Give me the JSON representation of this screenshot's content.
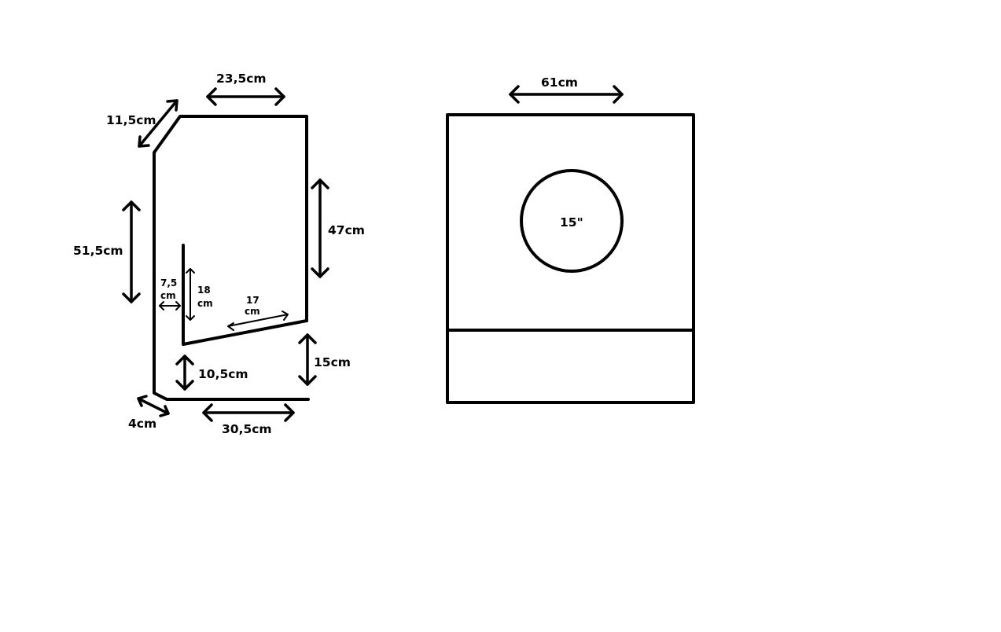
{
  "side_view": {
    "labels": {
      "top_width": "23,5cm",
      "top_chamfer": "11,5cm",
      "left_height": "51,5cm",
      "right_height": "47cm",
      "port_width": "7,5",
      "port_width_unit": "cm",
      "port_height": "18",
      "port_height_unit": "cm",
      "port_floor": "17",
      "port_floor_unit": "cm",
      "port_clearance": "10,5cm",
      "right_lower_height": "15cm",
      "bottom_chamfer": "4cm",
      "bottom_width": "30,5cm"
    }
  },
  "front_view": {
    "labels": {
      "width": "61cm",
      "speaker_size": "15\""
    }
  }
}
